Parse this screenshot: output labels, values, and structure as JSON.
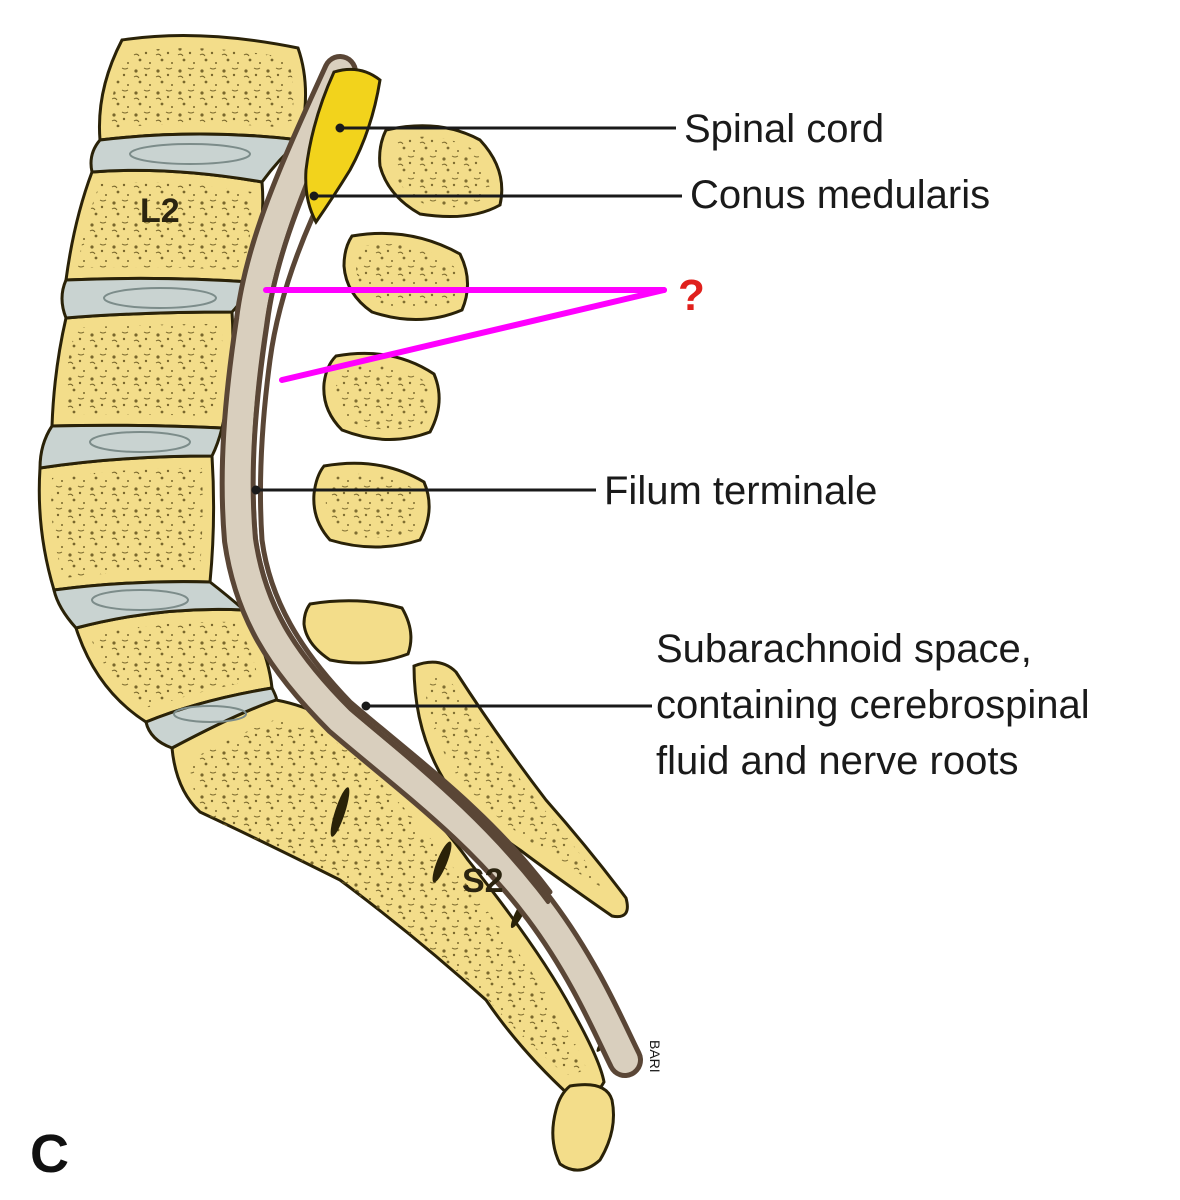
{
  "figure": {
    "panel_letter": "C",
    "artist_signature": "BARI"
  },
  "vertebra_labels": {
    "l2": "L2",
    "s2": "S2"
  },
  "labels": {
    "spinal_cord": "Spinal cord",
    "conus_medullaris": "Conus medularis",
    "question": "?",
    "filum_terminale": "Filum terminale",
    "subarachnoid": [
      "Subarachnoid space,",
      "containing cerebrospinal",
      "fluid and nerve roots"
    ]
  },
  "colors": {
    "bone": "#f3dd8a",
    "bone_edge": "#2a2208",
    "disc": "#c9d3d1",
    "dura": "#5a4636",
    "csf_space": "#d9cfbe",
    "spinal_cord": "#f2d31c",
    "question_pointer": "#ff00ff",
    "question_mark": "#e0201c"
  }
}
